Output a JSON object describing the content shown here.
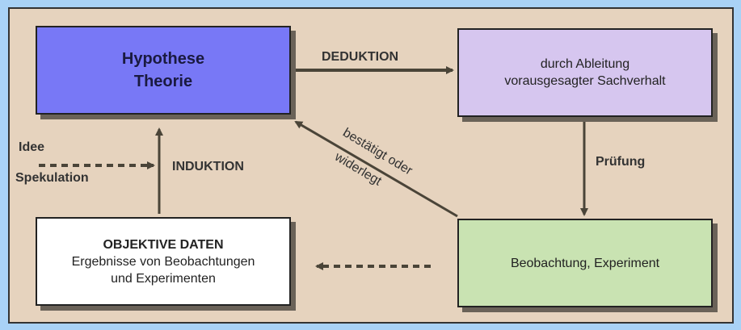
{
  "boxes": {
    "hypothese": {
      "line1": "Hypothese",
      "line2": "Theorie"
    },
    "vorausgesagt": {
      "line1": "durch Ableitung",
      "line2": "vorausgesagter Sachverhalt"
    },
    "beobachtung": {
      "line1": "Beobachtung, Experiment"
    },
    "daten": {
      "title": "OBJEKTIVE DATEN",
      "line1": "Ergebnisse von Beobachtungen",
      "line2": "und Experimenten"
    }
  },
  "labels": {
    "deduktion": "DEDUKTION",
    "pruefung": "Prüfung",
    "induktion": "INDUKTION",
    "idee": "Idee",
    "spekulation": "Spekulation",
    "bestaetigt": "bestätigt oder",
    "widerlegt": "widerlegt"
  },
  "colors": {
    "hypothese": "#7878f6",
    "vorausgesagt": "#d6c6ef",
    "beobachtung": "#c9e3b2",
    "daten": "#ffffff",
    "arrow": "#4a4438"
  }
}
